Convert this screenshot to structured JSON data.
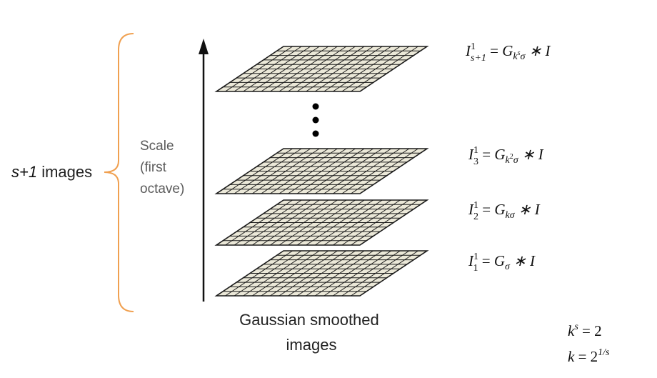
{
  "left_label": {
    "count": "s+1",
    "suffix": " images"
  },
  "scale_label": [
    "Scale",
    "(first",
    "octave)"
  ],
  "caption": [
    "Gaussian smoothed",
    "images"
  ],
  "equations": [
    {
      "I": "I",
      "sup": "1",
      "sub": "s+1",
      "eq": " = ",
      "G": "G",
      "gsub": "k",
      "gsubsup": "s",
      "gsub2": "σ",
      "tail": " ∗ I"
    },
    {
      "I": "I",
      "sup": "1",
      "sub": "3",
      "eq": " = ",
      "G": "G",
      "gsub": "k",
      "gsubsup": "2",
      "gsub2": "σ",
      "tail": " ∗ I"
    },
    {
      "I": "I",
      "sup": "1",
      "sub": "2",
      "eq": " = ",
      "G": "G",
      "gsub": "kσ",
      "gsubsup": "",
      "gsub2": "",
      "tail": " ∗ I"
    },
    {
      "I": "I",
      "sup": "1",
      "sub": "1",
      "eq": " = ",
      "G": "G",
      "gsub": "σ",
      "gsubsup": "",
      "gsub2": "",
      "tail": " ∗ I"
    }
  ],
  "formula1": {
    "base": "k",
    "sup": "s",
    "rest": " = 2"
  },
  "formula2": {
    "base": "k",
    "rest": " = 2",
    "sup": "1/s"
  },
  "colors": {
    "brace": "#f0a050",
    "grid_fill": "#ebe8d8",
    "grid_line": "#1a1a1a",
    "arrow": "#111111"
  },
  "icons": {
    "arrow": "up-arrow",
    "brace": "curly-brace",
    "ellipsis": "vertical-dots"
  }
}
